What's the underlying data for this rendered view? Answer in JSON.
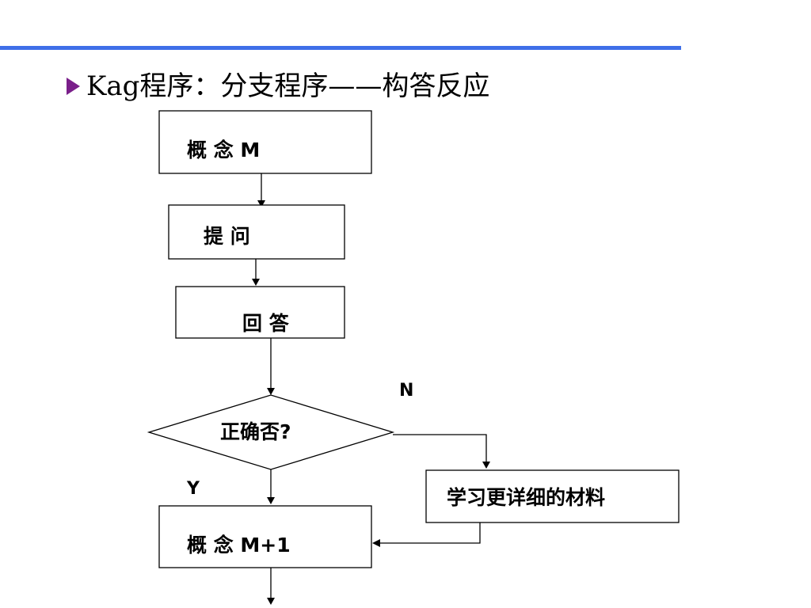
{
  "title": {
    "bullet_icon": "arrowhead-bullet-icon",
    "text": "Kag程序：分支程序——构答反应"
  },
  "accent_color": "#3f6fe8",
  "bullet_color": "#7a1f8a",
  "flowchart": {
    "nodes": {
      "concept_m": "概 念 M",
      "question": "提 问",
      "answer": "回 答",
      "decision": "正确否?",
      "detailed_material": "学习更详细的材料",
      "concept_m1": "概 念 M+1"
    },
    "labels": {
      "no": "N",
      "yes": "Y"
    }
  }
}
